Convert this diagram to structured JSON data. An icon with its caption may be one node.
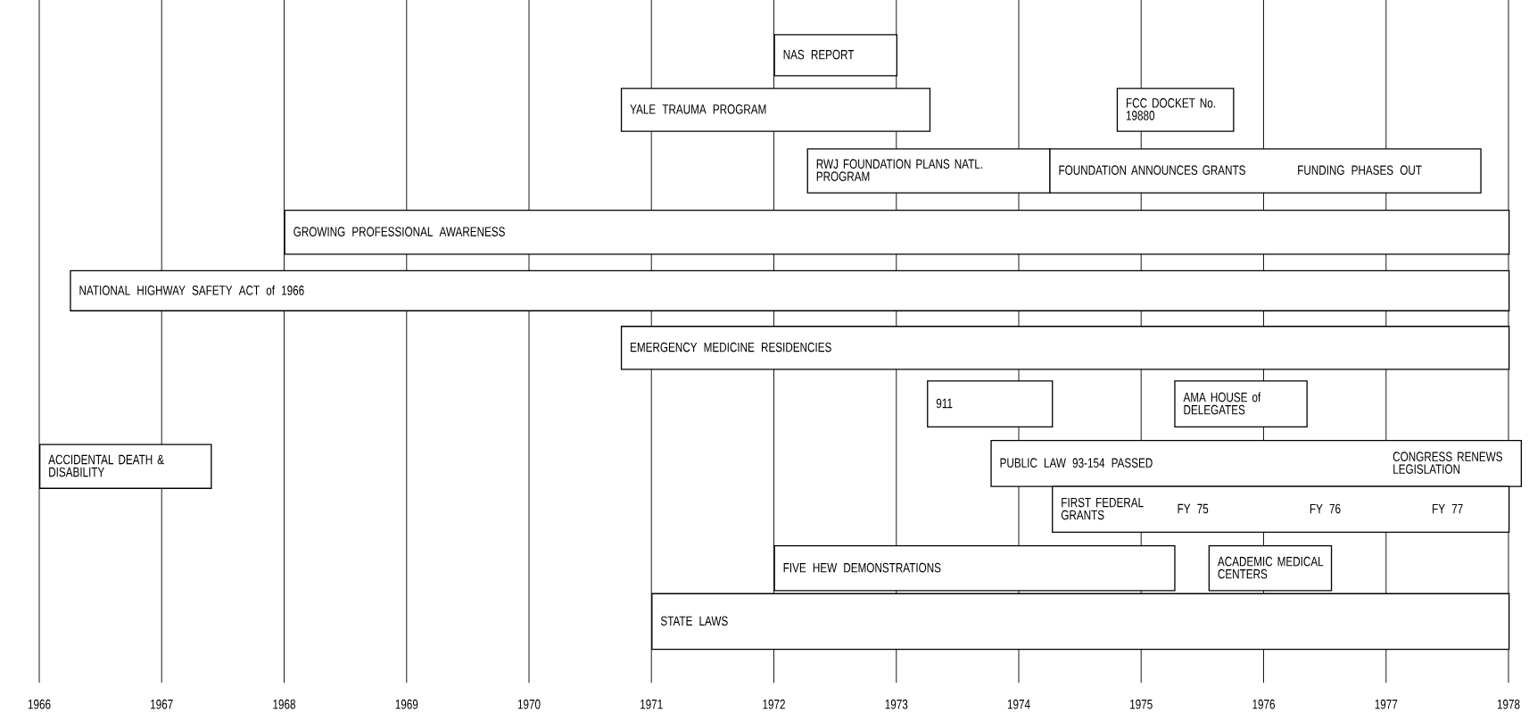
{
  "diagram": {
    "nodes": [
      {
        "text": [
          "NAS REPORT"
        ]
      },
      {
        "text": [
          "YALE TRAUMA PROGRAM"
        ]
      },
      {
        "text": [
          "FCC DOCKET No. 19880"
        ]
      },
      {
        "text": [
          "RWJ FOUNDATION PLANS NATL. PROGRAM"
        ]
      },
      {
        "text": [
          "FOUNDATION ANNOUNCES GRANTS",
          "FUNDING PHASES OUT"
        ]
      },
      {
        "text": [
          "GROWING PROFESSIONAL AWARENESS"
        ]
      },
      {
        "text": [
          "NATIONAL HIGHWAY SAFETY ACT of 1966"
        ]
      },
      {
        "text": [
          "EMERGENCY MEDICINE RESIDENCIES"
        ]
      },
      {
        "text": [
          "911"
        ]
      },
      {
        "text": [
          "AMA HOUSE of DELEGATES"
        ]
      },
      {
        "text": [
          "ACCIDENTAL DEATH & DISABILITY"
        ]
      },
      {
        "text": [
          "PUBLIC LAW 93-154 PASSED",
          "CONGRESS RENEWS LEGISLATION"
        ]
      },
      {
        "text": [
          "FIRST FEDERAL GRANTS",
          "FY 75",
          "FY 76",
          "FY 77"
        ]
      },
      {
        "text": [
          "FIVE HEW DEMONSTRATIONS"
        ]
      },
      {
        "text": [
          "ACADEMIC MEDICAL CENTERS"
        ]
      },
      {
        "text": [
          "STATE LAWS"
        ]
      }
    ],
    "labels": [
      "1966",
      "1967",
      "1968",
      "1969",
      "1970",
      "1971",
      "1972",
      "1973",
      "1974",
      "1975",
      "1976",
      "1977",
      "1978"
    ]
  }
}
